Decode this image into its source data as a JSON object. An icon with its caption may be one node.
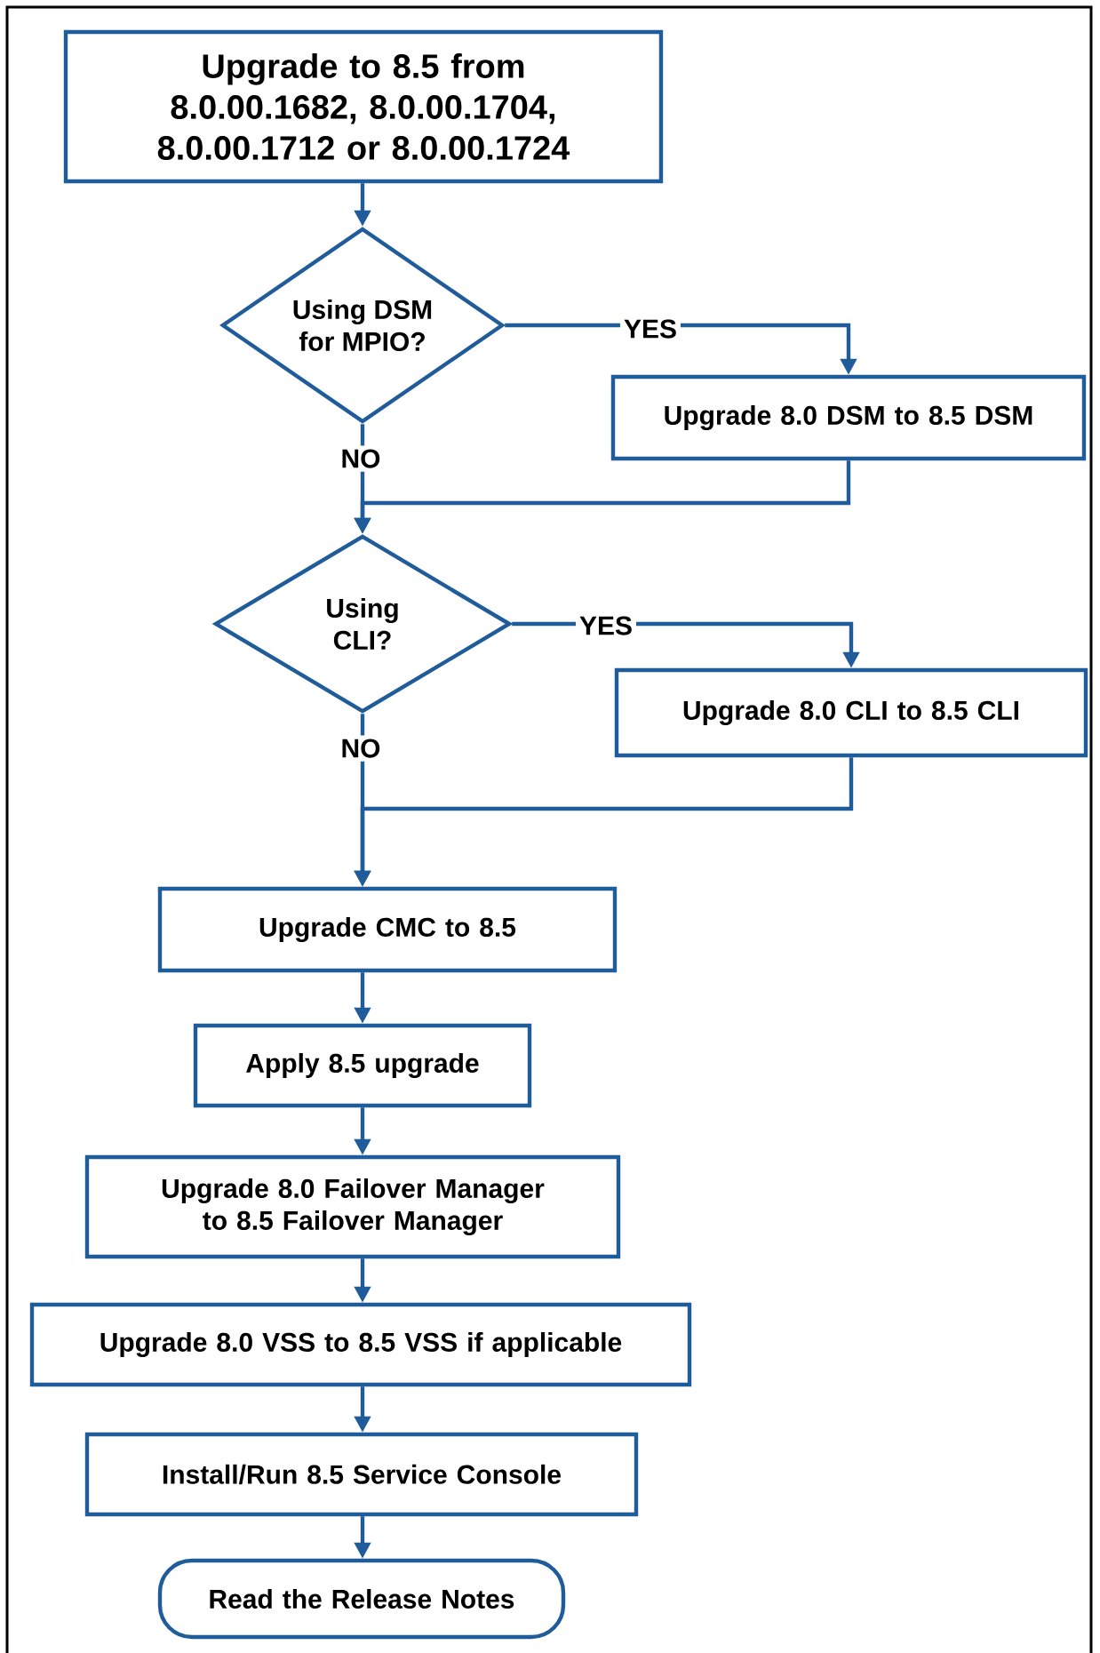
{
  "diagram": {
    "nodes": [
      {
        "text": [
          "Upgrade to 8.5 from 8.0.00.1682, 8.0.00.1704, 8.0.00.1712 or 8.0.00.1724"
        ]
      },
      {
        "text": [
          "Using DSM for MPIO?"
        ]
      },
      {
        "text": [
          "Upgrade 8.0 DSM to 8.5 DSM"
        ]
      },
      {
        "text": [
          "Using CLI?"
        ]
      },
      {
        "text": [
          "Upgrade 8.0 CLI to 8.5 CLI"
        ]
      },
      {
        "text": [
          "Upgrade CMC to 8.5"
        ]
      },
      {
        "text": [
          "Apply 8.5 upgrade"
        ]
      },
      {
        "text": [
          "Upgrade 8.0 Failover Manager to 8.5 Failover Manager"
        ]
      },
      {
        "text": [
          "Upgrade 8.0 VSS to 8.5 VSS if applicable"
        ]
      },
      {
        "text": [
          "Install/Run 8.5 Service Console"
        ]
      },
      {
        "text": [
          "Read the Release Notes"
        ]
      }
    ],
    "edges": [
      {
        "from": 0,
        "to": 1,
        "arrow": "to"
      },
      {
        "from": 1,
        "to": 2,
        "arrow": "to",
        "label": "YES"
      },
      {
        "from": 1,
        "to": 3,
        "arrow": "to",
        "label": "NO"
      },
      {
        "from": 2,
        "to": 3,
        "arrow": "to"
      },
      {
        "from": 3,
        "to": 4,
        "arrow": "to",
        "label": "YES"
      },
      {
        "from": 3,
        "to": 5,
        "arrow": "to",
        "label": "NO"
      },
      {
        "from": 4,
        "to": 5,
        "arrow": "to"
      },
      {
        "from": 5,
        "to": 6,
        "arrow": "to"
      },
      {
        "from": 6,
        "to": 7,
        "arrow": "to"
      },
      {
        "from": 7,
        "to": 8,
        "arrow": "to"
      },
      {
        "from": 8,
        "to": 9,
        "arrow": "to"
      },
      {
        "from": 9,
        "to": 10,
        "arrow": "to"
      }
    ]
  }
}
